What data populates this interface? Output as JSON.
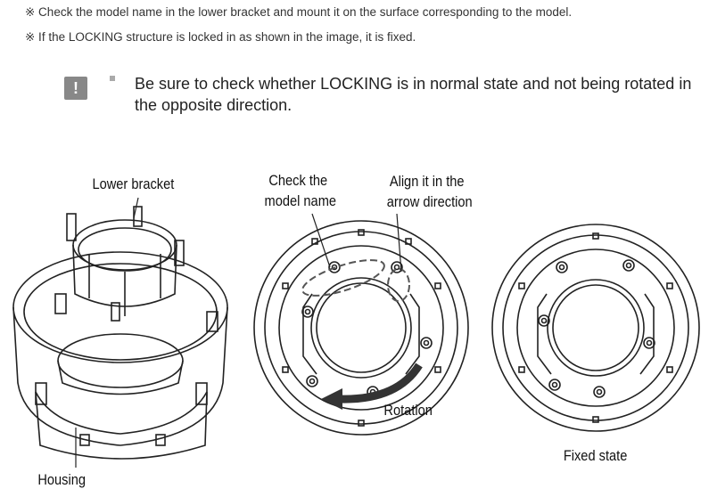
{
  "notes": [
    "※ Check the model name in the lower bracket and mount it on the surface corresponding to the model.",
    "※ If the LOCKING structure is locked in as shown in the image, it is fixed."
  ],
  "caution": {
    "icon": "!",
    "text": "Be sure to check whether LOCKING is in normal state and not being rotated in the opposite direction."
  },
  "labels": {
    "lower_bracket": "Lower bracket",
    "housing": "Housing",
    "check_model_1": "Check the",
    "check_model_2": "model name",
    "align_1": "Align it in the",
    "align_2": "arrow direction",
    "rotation": "Rotation",
    "fixed_state": "Fixed state"
  }
}
